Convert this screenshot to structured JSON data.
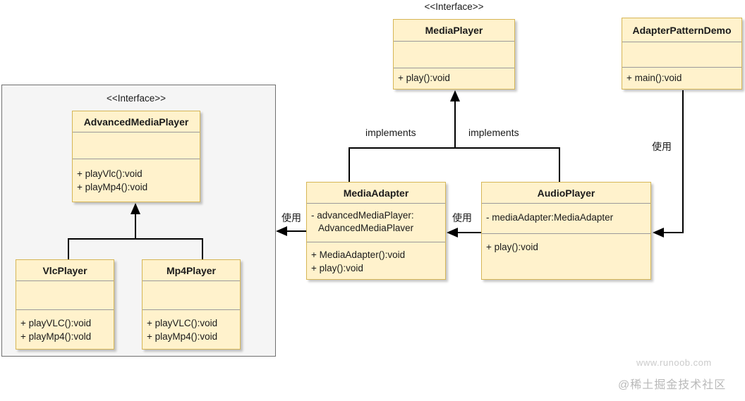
{
  "diagram_title": "Adapter Pattern UML class diagram",
  "classes": {
    "mediaPlayer": {
      "stereotype": "<<Interface>>",
      "title": "MediaPlayer",
      "attributes": [],
      "methods": [
        "+ play():void"
      ]
    },
    "adapterPatternDemo": {
      "title": "AdapterPatternDemo",
      "attributes": [],
      "methods": [
        "+ main():void"
      ]
    },
    "advancedMediaPlayer": {
      "stereotype": "<<Interface>>",
      "title": "AdvancedMediaPlayer",
      "attributes": [],
      "methods": [
        "+ playVlc():void",
        "+ playMp4():void"
      ]
    },
    "vlcPlayer": {
      "title": "VlcPlayer",
      "attributes": [],
      "methods": [
        "+ playVLC():void",
        "+ playMp4():vold"
      ]
    },
    "mp4Player": {
      "title": "Mp4Player",
      "attributes": [],
      "methods": [
        "+ playVLC():void",
        "+ playMp4():void"
      ]
    },
    "mediaAdapter": {
      "title": "MediaAdapter",
      "attributes": [
        "- advancedMediaPlayer:",
        "AdvancedMediaPlaver"
      ],
      "methods": [
        "+ MediaAdapter():void",
        "+ play():void"
      ]
    },
    "audioPlayer": {
      "title": "AudioPlayer",
      "attributes": [
        "- mediaAdapter:MediaAdapter"
      ],
      "methods": [
        "+ play():void"
      ]
    }
  },
  "edge_labels": {
    "implements_left": "implements",
    "implements_right": "implements",
    "use_left": "使用",
    "use_middle": "使用",
    "use_right": "使用"
  },
  "watermarks": {
    "runoob": "www.runoob.com",
    "juejin": "@稀土掘金技术社区"
  },
  "colors": {
    "class_fill": "#FFF2CC",
    "class_border": "#D6B656",
    "panel_fill": "#F5F5F5",
    "panel_border": "#707070",
    "connector": "#000000",
    "separator": "#9A9A9A",
    "watermark_light": "#CBCBCB",
    "watermark_dark": "#B9B9B9"
  }
}
